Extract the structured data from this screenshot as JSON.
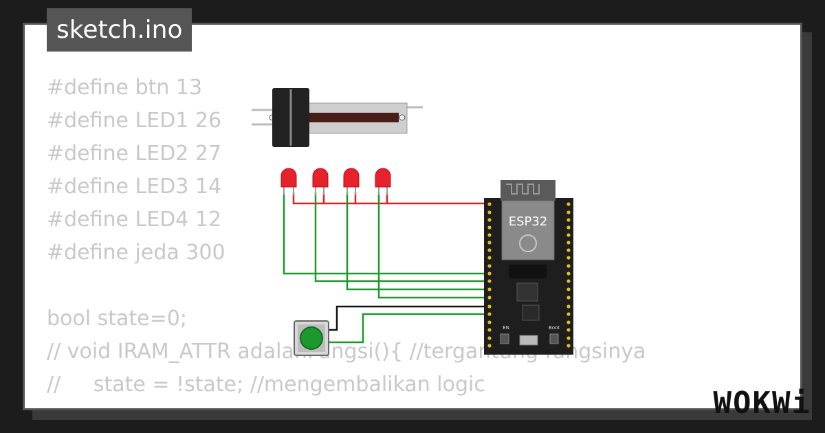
{
  "file_tab": {
    "label": "sketch.ino"
  },
  "code": {
    "lines": [
      "#define btn 13",
      "#define LED1 26",
      "#define LED2 27",
      "#define LED3 14",
      "#define LED4 12",
      "#define jeda 300",
      "",
      "bool state=0;",
      "// void IRAM_ATTR adalahFungsi(){ //tergantung fungsinya",
      "//     state = !state; //mengembalikan logic",
      "// }"
    ]
  },
  "circuit": {
    "board_label": "ESP32",
    "button_color": "#1a9a2c",
    "led_color": "#e8222c",
    "wire_colors": {
      "red": "#e02020",
      "green": "#1a9a2c",
      "black": "#111111"
    },
    "boot_label": "Boot",
    "en_label": "EN"
  },
  "brand": {
    "logo_text": "WOKWi"
  },
  "colors": {
    "background": "#1c1c1c",
    "tab": "#555555",
    "code_text": "#c8c8c8"
  }
}
